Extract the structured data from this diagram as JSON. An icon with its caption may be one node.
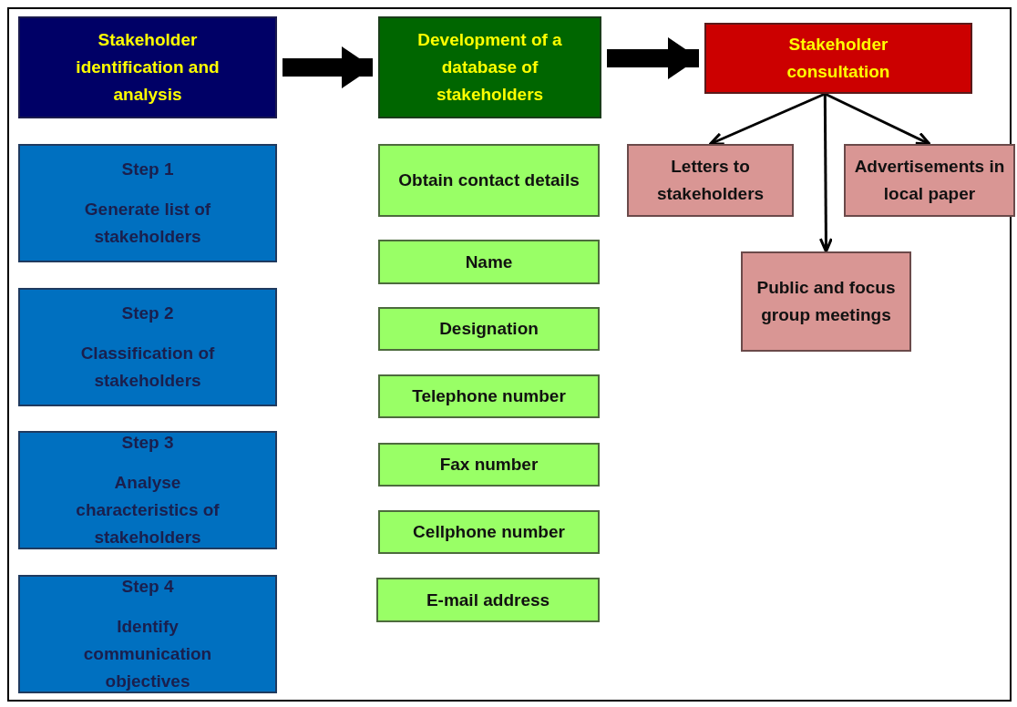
{
  "diagram": {
    "nodes": [
      {
        "text": [
          "Stakeholder identification and analysis"
        ]
      },
      {
        "text": [
          "Development of a database of stakeholders"
        ]
      },
      {
        "text": [
          "Stakeholder consultation"
        ]
      },
      {
        "text": [
          "Step 1",
          "Generate list of stakeholders"
        ]
      },
      {
        "text": [
          "Step 2",
          "Classification of stakeholders"
        ]
      },
      {
        "text": [
          "Step 3",
          "Analyse characteristics of stakeholders"
        ]
      },
      {
        "text": [
          "Step 4",
          "Identify communication objectives"
        ]
      },
      {
        "text": [
          "Obtain contact details"
        ]
      },
      {
        "text": [
          "Name"
        ]
      },
      {
        "text": [
          "Designation"
        ]
      },
      {
        "text": [
          "Telephone number"
        ]
      },
      {
        "text": [
          "Fax number"
        ]
      },
      {
        "text": [
          "Cellphone number"
        ]
      },
      {
        "text": [
          "E-mail address"
        ]
      },
      {
        "text": [
          "Letters to stakeholders"
        ]
      },
      {
        "text": [
          "Advertisements in local paper"
        ]
      },
      {
        "text": [
          "Public and focus group meetings"
        ]
      }
    ],
    "edges": [
      {
        "from": 0,
        "to": 1,
        "arrow": "to",
        "style": "thick"
      },
      {
        "from": 1,
        "to": 2,
        "arrow": "to",
        "style": "thick"
      },
      {
        "from": 2,
        "to": 14,
        "arrow": "to"
      },
      {
        "from": 2,
        "to": 15,
        "arrow": "to"
      },
      {
        "from": 2,
        "to": 16,
        "arrow": "to"
      }
    ]
  }
}
